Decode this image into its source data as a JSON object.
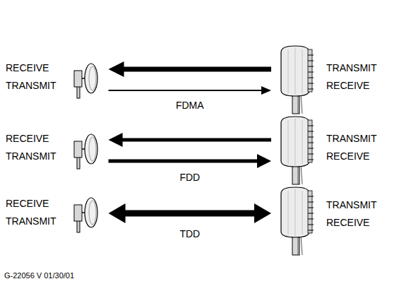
{
  "diagram": {
    "nodes": [
      {
        "text": [
          "RECEIVE",
          "TRANSMIT"
        ]
      },
      {
        "text": [
          "TRANSMIT",
          "RECEIVE"
        ]
      },
      {
        "text": [
          "RECEIVE",
          "TRANSMIT"
        ]
      },
      {
        "text": [
          "TRANSMIT",
          "RECEIVE"
        ]
      },
      {
        "text": [
          "RECEIVE",
          "TRANSMIT"
        ]
      },
      {
        "text": [
          "TRANSMIT",
          "RECEIVE"
        ]
      }
    ],
    "edges": [
      {
        "from": 1,
        "to": 0,
        "arrow": "to"
      },
      {
        "from": 0,
        "to": 1,
        "label": "FDMA",
        "arrow": "to"
      },
      {
        "from": 3,
        "to": 2,
        "arrow": "to"
      },
      {
        "from": 2,
        "to": 3,
        "label": "FDD",
        "arrow": "to"
      },
      {
        "from": 5,
        "to": 4,
        "label": "TDD",
        "arrow": "both"
      }
    ],
    "labels": [
      "G-22056 V 01/30/01"
    ]
  }
}
